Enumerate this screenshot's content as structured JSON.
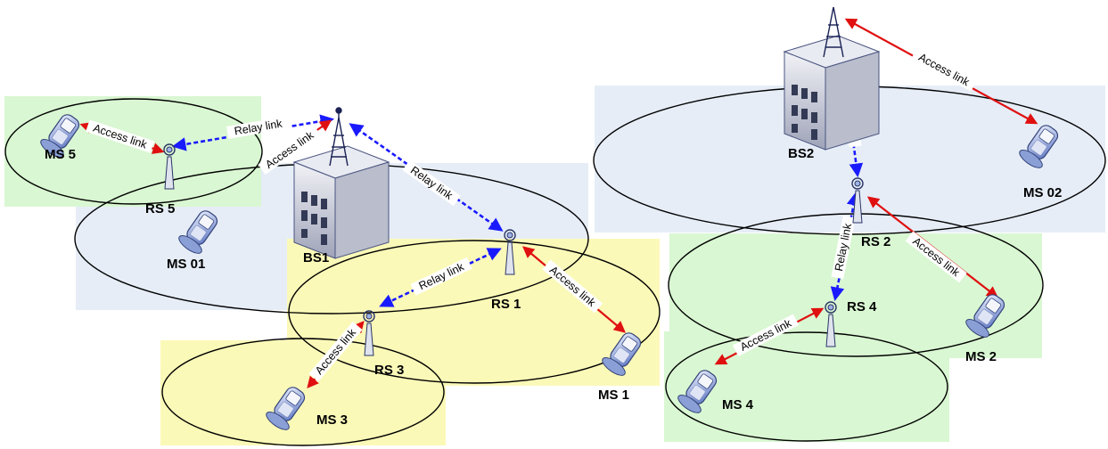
{
  "base_stations": [
    {
      "id": "bs1",
      "label": "BS1"
    },
    {
      "id": "bs2",
      "label": "BS2"
    }
  ],
  "relay_stations": [
    {
      "id": "rs1",
      "label": "RS 1"
    },
    {
      "id": "rs2",
      "label": "RS 2"
    },
    {
      "id": "rs3",
      "label": "RS 3"
    },
    {
      "id": "rs4",
      "label": "RS 4"
    },
    {
      "id": "rs5",
      "label": "RS 5"
    }
  ],
  "mobile_stations": [
    {
      "id": "ms01",
      "label": "MS 01"
    },
    {
      "id": "ms02",
      "label": "MS 02"
    },
    {
      "id": "ms1",
      "label": "MS 1"
    },
    {
      "id": "ms2",
      "label": "MS 2"
    },
    {
      "id": "ms3",
      "label": "MS 3"
    },
    {
      "id": "ms4",
      "label": "MS 4"
    },
    {
      "id": "ms5",
      "label": "MS 5"
    }
  ],
  "link_labels": {
    "relay": "Relay link",
    "access": "Access link"
  },
  "links": [
    {
      "id": "bs1-rs5",
      "type": "relay",
      "from": "bs1",
      "to": "rs5"
    },
    {
      "id": "bs1-rs1",
      "type": "relay",
      "from": "bs1",
      "to": "rs1"
    },
    {
      "id": "rs1-rs3",
      "type": "relay",
      "from": "rs1",
      "to": "rs3"
    },
    {
      "id": "bs2-rs2",
      "type": "relay",
      "from": "bs2",
      "to": "rs2"
    },
    {
      "id": "rs2-rs4",
      "type": "relay",
      "from": "rs2",
      "to": "rs4"
    },
    {
      "id": "rs5-ms5",
      "type": "access",
      "from": "rs5",
      "to": "ms5"
    },
    {
      "id": "bs1-ms01",
      "type": "access",
      "from": "bs1",
      "to": "ms01"
    },
    {
      "id": "rs1-ms1",
      "type": "access",
      "from": "rs1",
      "to": "ms1"
    },
    {
      "id": "rs3-ms3",
      "type": "access",
      "from": "rs3",
      "to": "ms3"
    },
    {
      "id": "bs2-ms02",
      "type": "access",
      "from": "bs2",
      "to": "ms02"
    },
    {
      "id": "rs2-ms2",
      "type": "access",
      "from": "rs2",
      "to": "ms2"
    },
    {
      "id": "rs4-ms4",
      "type": "access",
      "from": "rs4",
      "to": "ms4"
    }
  ],
  "colors": {
    "relay_link": "#1a1aff",
    "access_link": "#e01010",
    "bs_cell_fill": "#e6edf7",
    "rs_cell_green": "#d9f7d2",
    "rs_cell_yellow": "#fbf9b8",
    "building": "#c9ccd8",
    "phone": "#8a9fd6"
  }
}
